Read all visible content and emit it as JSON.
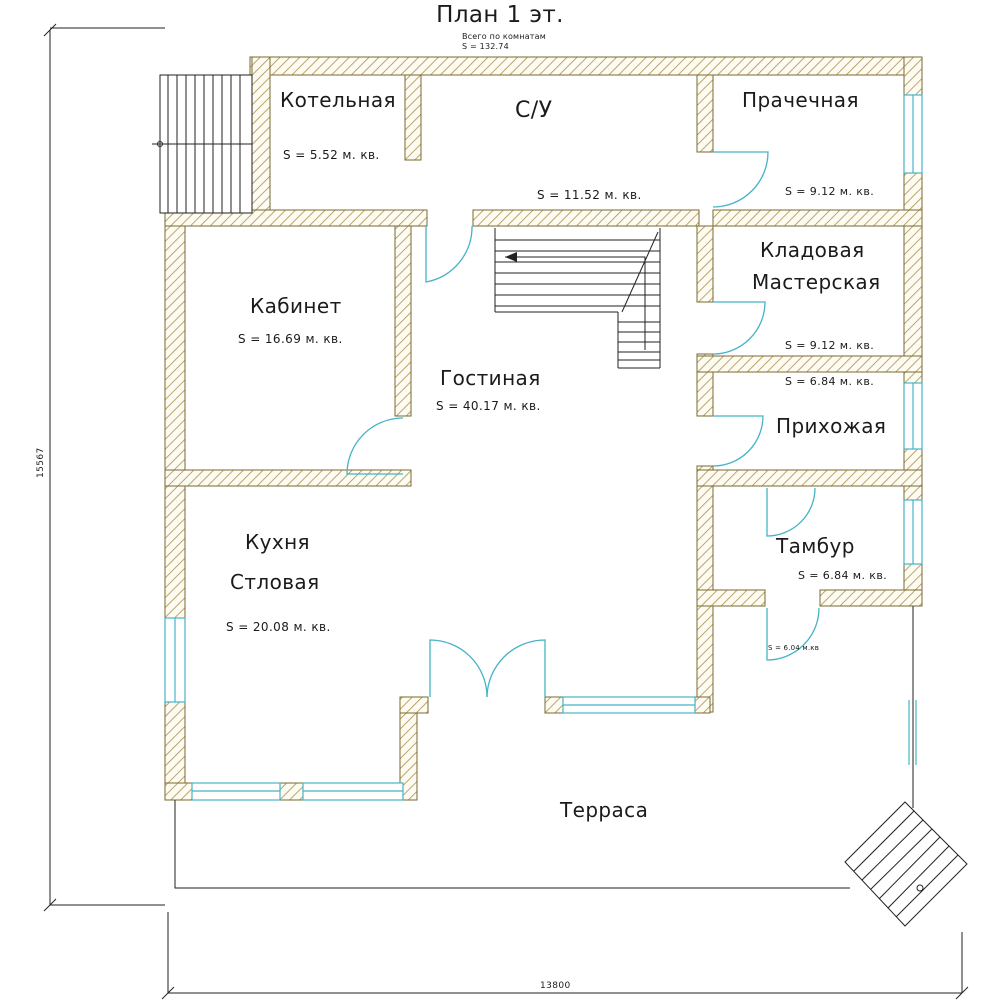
{
  "title": "План 1 эт.",
  "subtitle": {
    "line1": "Всего по комнатам",
    "line2": "S  =  132.74"
  },
  "rooms": {
    "kotelnaya": {
      "name": "Котельная",
      "area": "S   =   5.52 м. кв."
    },
    "su": {
      "name": "С/У",
      "area": "S   =   11.52 м. кв."
    },
    "prachechnaya": {
      "name": "Прачечная",
      "area": "S   =   9.12 м. кв."
    },
    "kladovaya": {
      "line1": "Кладовая",
      "line2": "Мастерская",
      "area": "S   =   9.12 м. кв."
    },
    "prihozhaya": {
      "name": "Прихожая",
      "area": "S   =   6.84 м. кв."
    },
    "kabinet": {
      "name": "Кабинет",
      "area": "S   =   16.69 м. кв."
    },
    "gostinaya": {
      "name": "Гостиная",
      "area": "S   =   40.17 м. кв."
    },
    "kuhnya": {
      "line1": "Кухня",
      "line2": "Стловая",
      "area": "S   =   20.08 м. кв."
    },
    "tambur": {
      "name": "Тамбур",
      "area": "S   =   6.84 м. кв.",
      "area_small": "S  =  6.04 м.кв"
    },
    "terrasa": {
      "name": "Терраса"
    }
  },
  "dimensions": {
    "vertical": "15567",
    "horizontal": "13800"
  },
  "colors": {
    "wall_hatch": "#a8924e",
    "openings": "#45b3c6"
  }
}
